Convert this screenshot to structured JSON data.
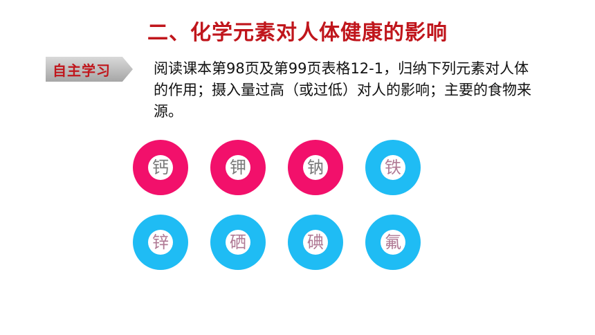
{
  "title": "二、化学元素对人体健康的影响",
  "tag_label": "自主学习",
  "instruction": "阅读课本第98页及第99页表格12-1，归纳下列元素对人体的作用；摄入量过高（或过低）对人的影响；主要的食物来源。",
  "colors": {
    "pink": "#f2106b",
    "blue": "#1fbcf4",
    "title_red": "#c0161c"
  },
  "elements": [
    {
      "name": "钙",
      "color": "pink"
    },
    {
      "name": "钾",
      "color": "pink"
    },
    {
      "name": "钠",
      "color": "pink"
    },
    {
      "name": "铁",
      "color": "blue"
    },
    {
      "name": "锌",
      "color": "blue"
    },
    {
      "name": "硒",
      "color": "blue"
    },
    {
      "name": "碘",
      "color": "blue"
    },
    {
      "name": "氟",
      "color": "blue"
    }
  ]
}
